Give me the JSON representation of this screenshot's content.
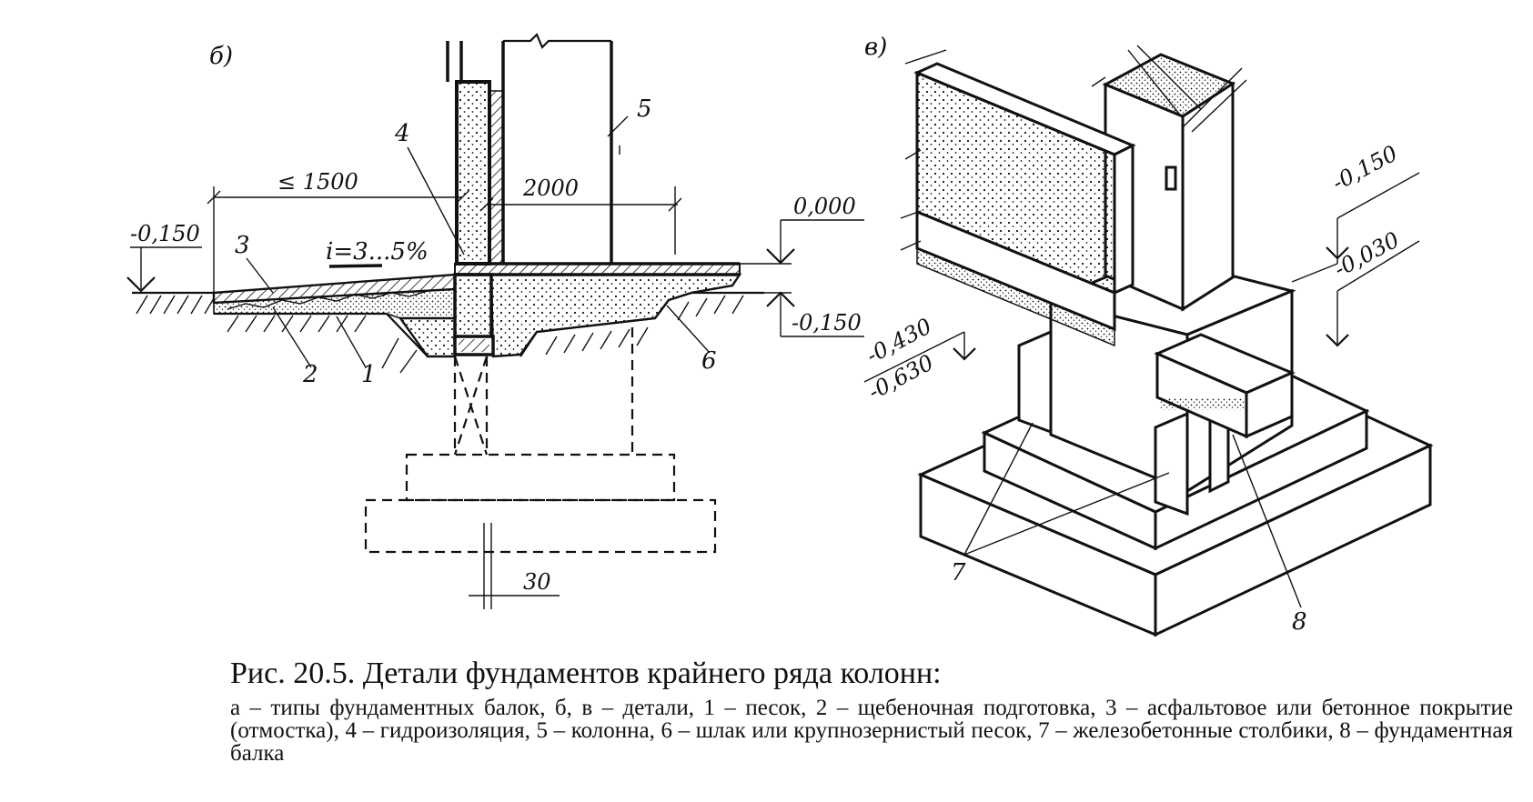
{
  "figure": {
    "label_b": "б)",
    "label_v": "в)",
    "dims": {
      "d1500": "≤ 1500",
      "d2000": "2000",
      "d30": "30",
      "slope": "i=3...5%",
      "lvl_neg0150_left": "-0,150",
      "lvl_0000": "0,000",
      "lvl_neg0150_right": "-0,150",
      "lvl_v_neg0150": "-0,150",
      "lvl_v_neg0030": "-0,030",
      "lvl_v_neg0430": "-0,430",
      "lvl_v_neg0630": "-0,630"
    },
    "numbers_b": {
      "n1": "1",
      "n2": "2",
      "n3": "3",
      "n4": "4",
      "n5": "5",
      "n6": "6"
    },
    "numbers_v": {
      "n7": "7",
      "n8": "8"
    }
  },
  "caption": {
    "title": "Рис. 20.5. Детали фундаментов крайнего ряда колонн:",
    "text": "а – типы фундаментных балок, б, в – детали, 1 – песок, 2 – щебеночная подготовка, 3 – асфальтовое или бетонное покрытие (отмостка), 4 – гидроизоляция, 5 – колонна, 6 – шлак или крупнозернистый песок, 7 – железобетонные столбики, 8 – фундаментная балка"
  }
}
